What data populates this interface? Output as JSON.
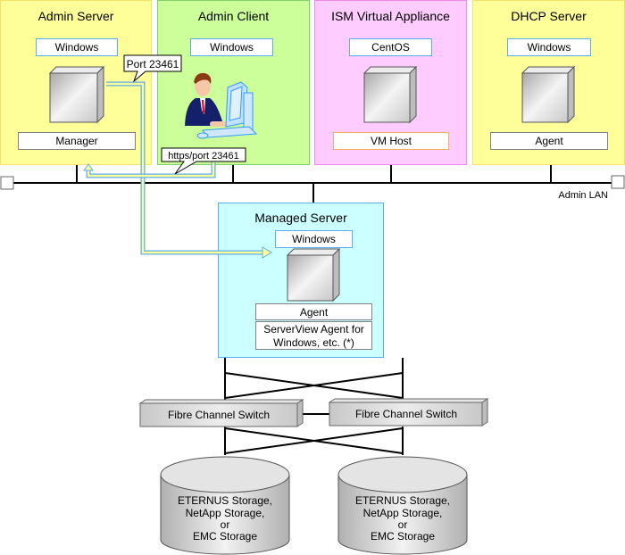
{
  "panels": {
    "admin_server": {
      "title": "Admin Server",
      "os": "Windows",
      "component": "Manager",
      "color": "#ffff99"
    },
    "admin_client": {
      "title": "Admin Client",
      "os": "Windows",
      "color": "#ccff99"
    },
    "ism_appliance": {
      "title": "ISM Virtual Appliance",
      "os": "CentOS",
      "component": "VM Host",
      "color": "#ffccff"
    },
    "dhcp_server": {
      "title": "DHCP Server",
      "os": "Windows",
      "component": "Agent",
      "color": "#ffff99"
    },
    "managed_server": {
      "title": "Managed Server",
      "os": "Windows",
      "component": "Agent",
      "component2_line1": "ServerView Agent for",
      "component2_line2": "Windows, etc. (*)",
      "color": "#ccffff"
    }
  },
  "callouts": {
    "port": "Port 23461",
    "https": "https/port 23461"
  },
  "network": {
    "admin_lan": "Admin LAN"
  },
  "switches": [
    "Fibre Channel Switch",
    "Fibre Channel Switch"
  ],
  "storage": [
    {
      "line1": "ETERNUS Storage,",
      "line2": "NetApp Storage,",
      "line3": "or",
      "line4": "EMC Storage"
    },
    {
      "line1": "ETERNUS Storage,",
      "line2": "NetApp Storage,",
      "line3": "or",
      "line4": "EMC Storage"
    }
  ]
}
